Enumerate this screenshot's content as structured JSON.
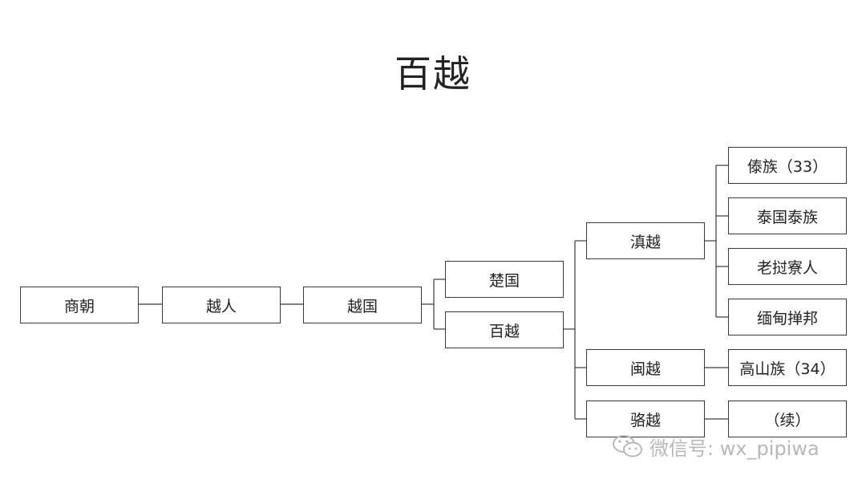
{
  "title": "百越",
  "nodes": {
    "shang": "商朝",
    "yueren": "越人",
    "yueguo": "越国",
    "chu": "楚国",
    "baiyue": "百越",
    "dian": "滇越",
    "min": "闽越",
    "luo": "骆越",
    "dai": "傣族（33）",
    "thai": "泰国泰族",
    "lao": "老挝寮人",
    "burma": "缅甸掸邦",
    "gaoshan": "高山族（34）",
    "cont": "（续）"
  },
  "watermark": {
    "text": "微信号: wx_pipiwa",
    "icon": "wechat-icon",
    "color": "#b8b8b8"
  }
}
